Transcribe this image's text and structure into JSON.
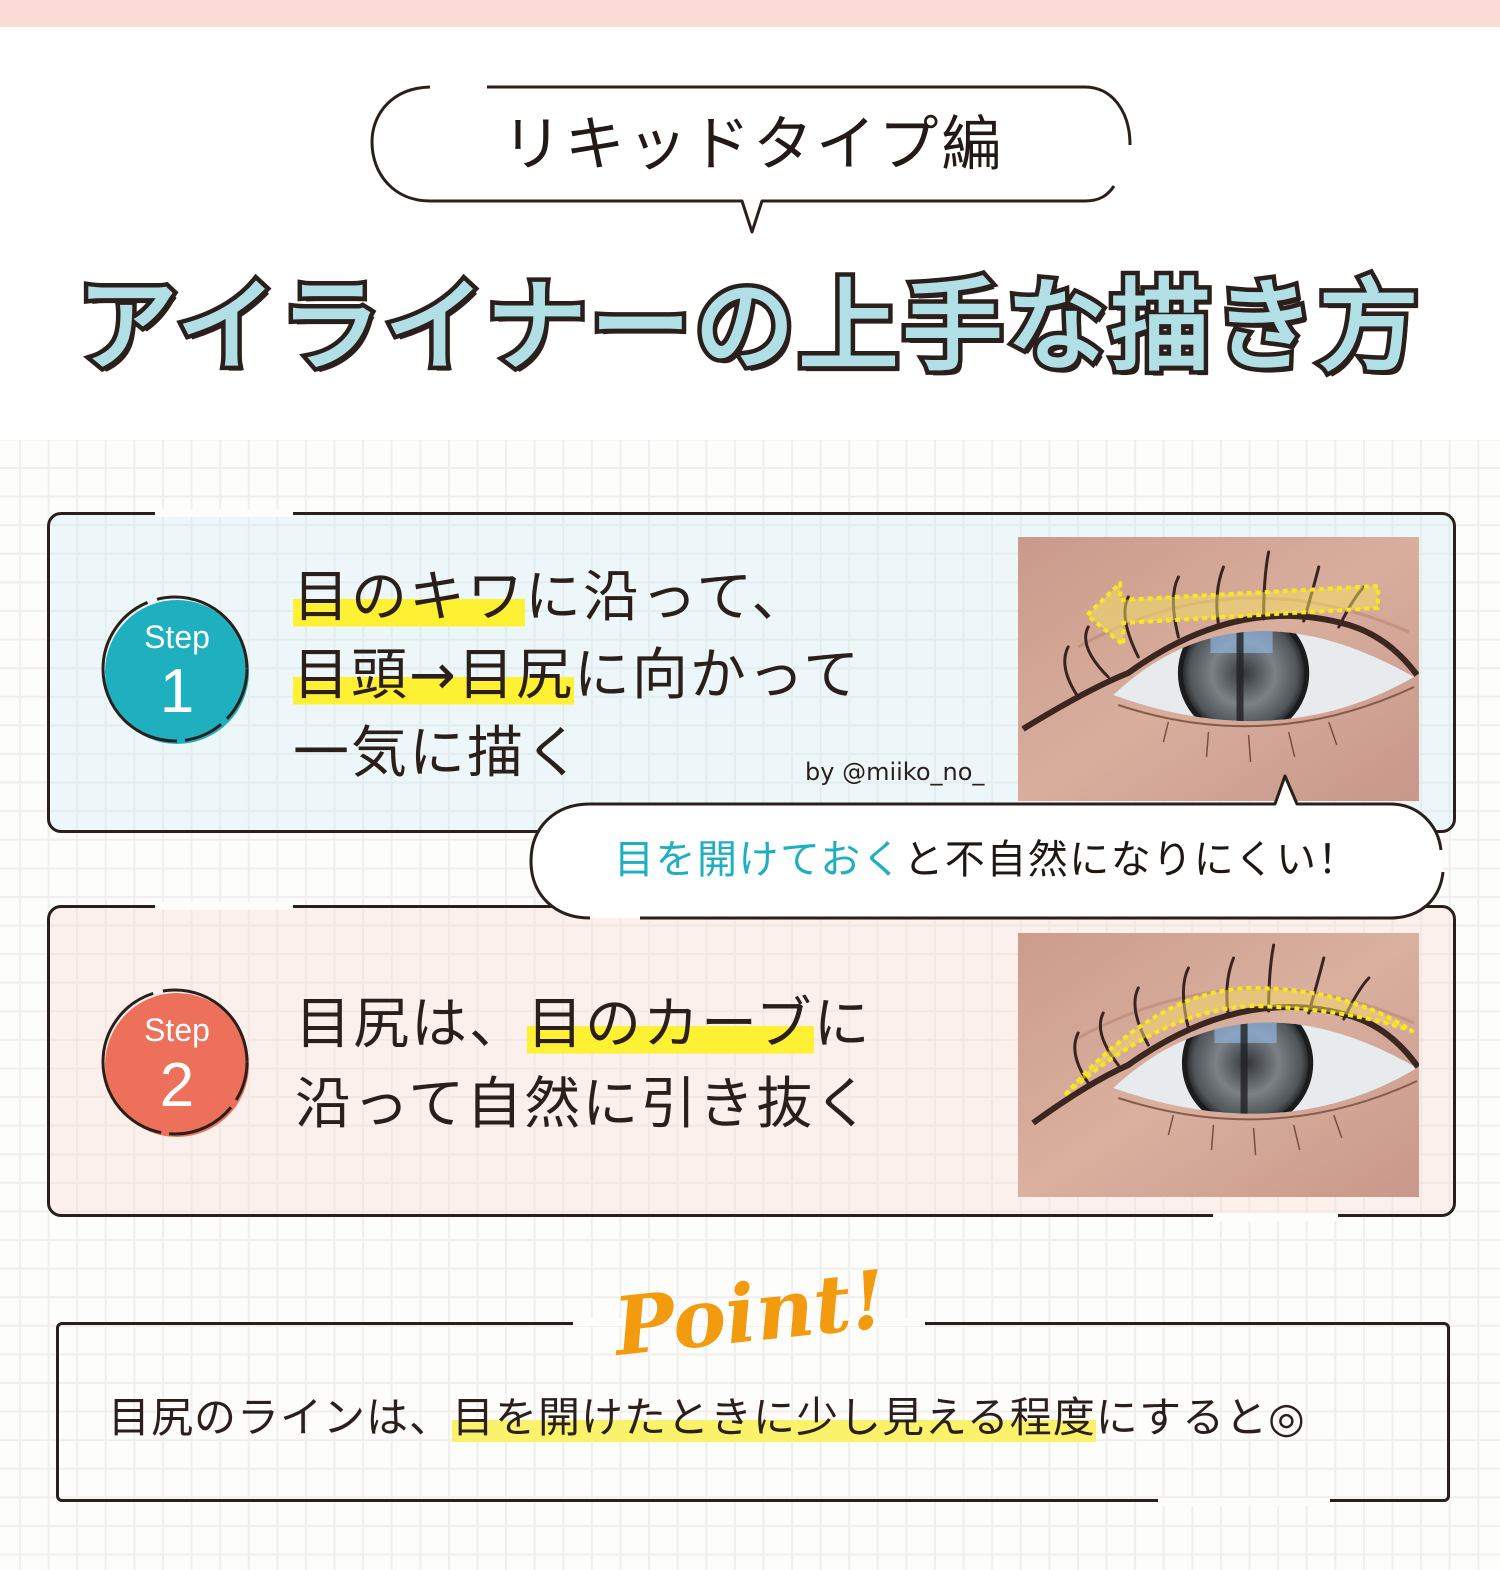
{
  "header": {
    "band_color": "#fcdcd6",
    "subtitle": "リキッドタイプ編",
    "title": "アイライナーの上手な描き方"
  },
  "colors": {
    "text": "#2b1f1b",
    "title_fill": "#b1dfe6",
    "highlight_yellow": "#fef033",
    "point_highlight_yellow": "#fbf26b",
    "accent_teal": "#1eafc0",
    "point_orange": "#f29b0e",
    "step1_bg": "#f3f9fa",
    "step2_bg": "#fdf1ee"
  },
  "steps": [
    {
      "label": "Step",
      "number": "1",
      "color": "#1eb0be",
      "lines": [
        [
          {
            "text": "目のキワ",
            "highlight": true
          },
          {
            "text": "に沿って、",
            "highlight": false
          }
        ],
        [
          {
            "text": "目頭→目尻",
            "highlight": true
          },
          {
            "text": "に向かって",
            "highlight": false
          }
        ],
        [
          {
            "text": "一気に描く",
            "highlight": false
          }
        ]
      ],
      "credit": "by @miiko_no_",
      "photo": {
        "alt": "Close-up of an eye with a yellow dashed arrow pointing from the outer corner toward the inner corner along the upper lash line"
      }
    },
    {
      "label": "Step",
      "number": "2",
      "color": "#ec705a",
      "lines": [
        [
          {
            "text": "目尻は、",
            "highlight": false
          },
          {
            "text": "目のカーブ",
            "highlight": true
          },
          {
            "text": "に",
            "highlight": false
          }
        ],
        [
          {
            "text": "沿って自然に引き抜く",
            "highlight": false
          }
        ]
      ],
      "photo": {
        "alt": "Close-up of an eye with a curved yellow dashed band following the upper lash line out to the outer corner"
      }
    }
  ],
  "tip_bubble": {
    "accent_text": "目を開けておく",
    "rest_text": "と不自然になりにくい！"
  },
  "point": {
    "heading": "Point!",
    "segments": [
      {
        "text": "目尻のラインは、",
        "highlight": false
      },
      {
        "text": "目を開けたときに少し見える程度",
        "highlight": true
      },
      {
        "text": "にすると◎",
        "highlight": false
      }
    ]
  }
}
